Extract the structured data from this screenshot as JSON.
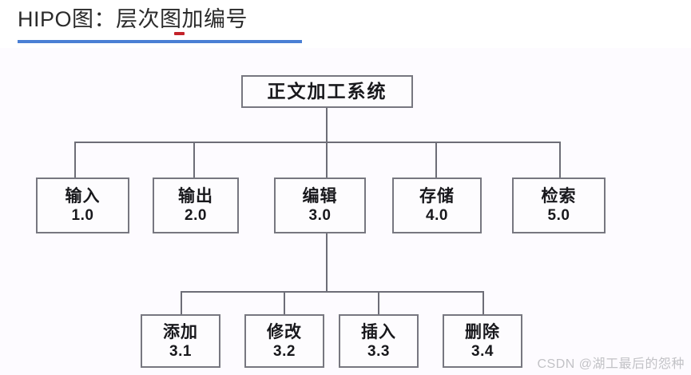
{
  "header": {
    "title": "HIPO图：层次图加编号",
    "rule_color": "#4a7fd4",
    "red_mark_color": "#c3232b"
  },
  "diagram": {
    "type": "hierarchy-tree",
    "root": {
      "label": "正文加工系统",
      "code": ""
    },
    "level2": [
      {
        "label": "输入",
        "code": "1.0"
      },
      {
        "label": "输出",
        "code": "2.0"
      },
      {
        "label": "编辑",
        "code": "3.0"
      },
      {
        "label": "存储",
        "code": "4.0"
      },
      {
        "label": "检索",
        "code": "5.0"
      }
    ],
    "level3": [
      {
        "label": "添加",
        "code": "3.1"
      },
      {
        "label": "修改",
        "code": "3.2"
      },
      {
        "label": "插入",
        "code": "3.3"
      },
      {
        "label": "删除",
        "code": "3.4"
      }
    ],
    "node_border_color": "#777780",
    "connector_color": "#6d6d77",
    "canvas_background": "#fdfbff"
  },
  "watermark": {
    "text": "CSDN @湖工最后的怨种"
  }
}
